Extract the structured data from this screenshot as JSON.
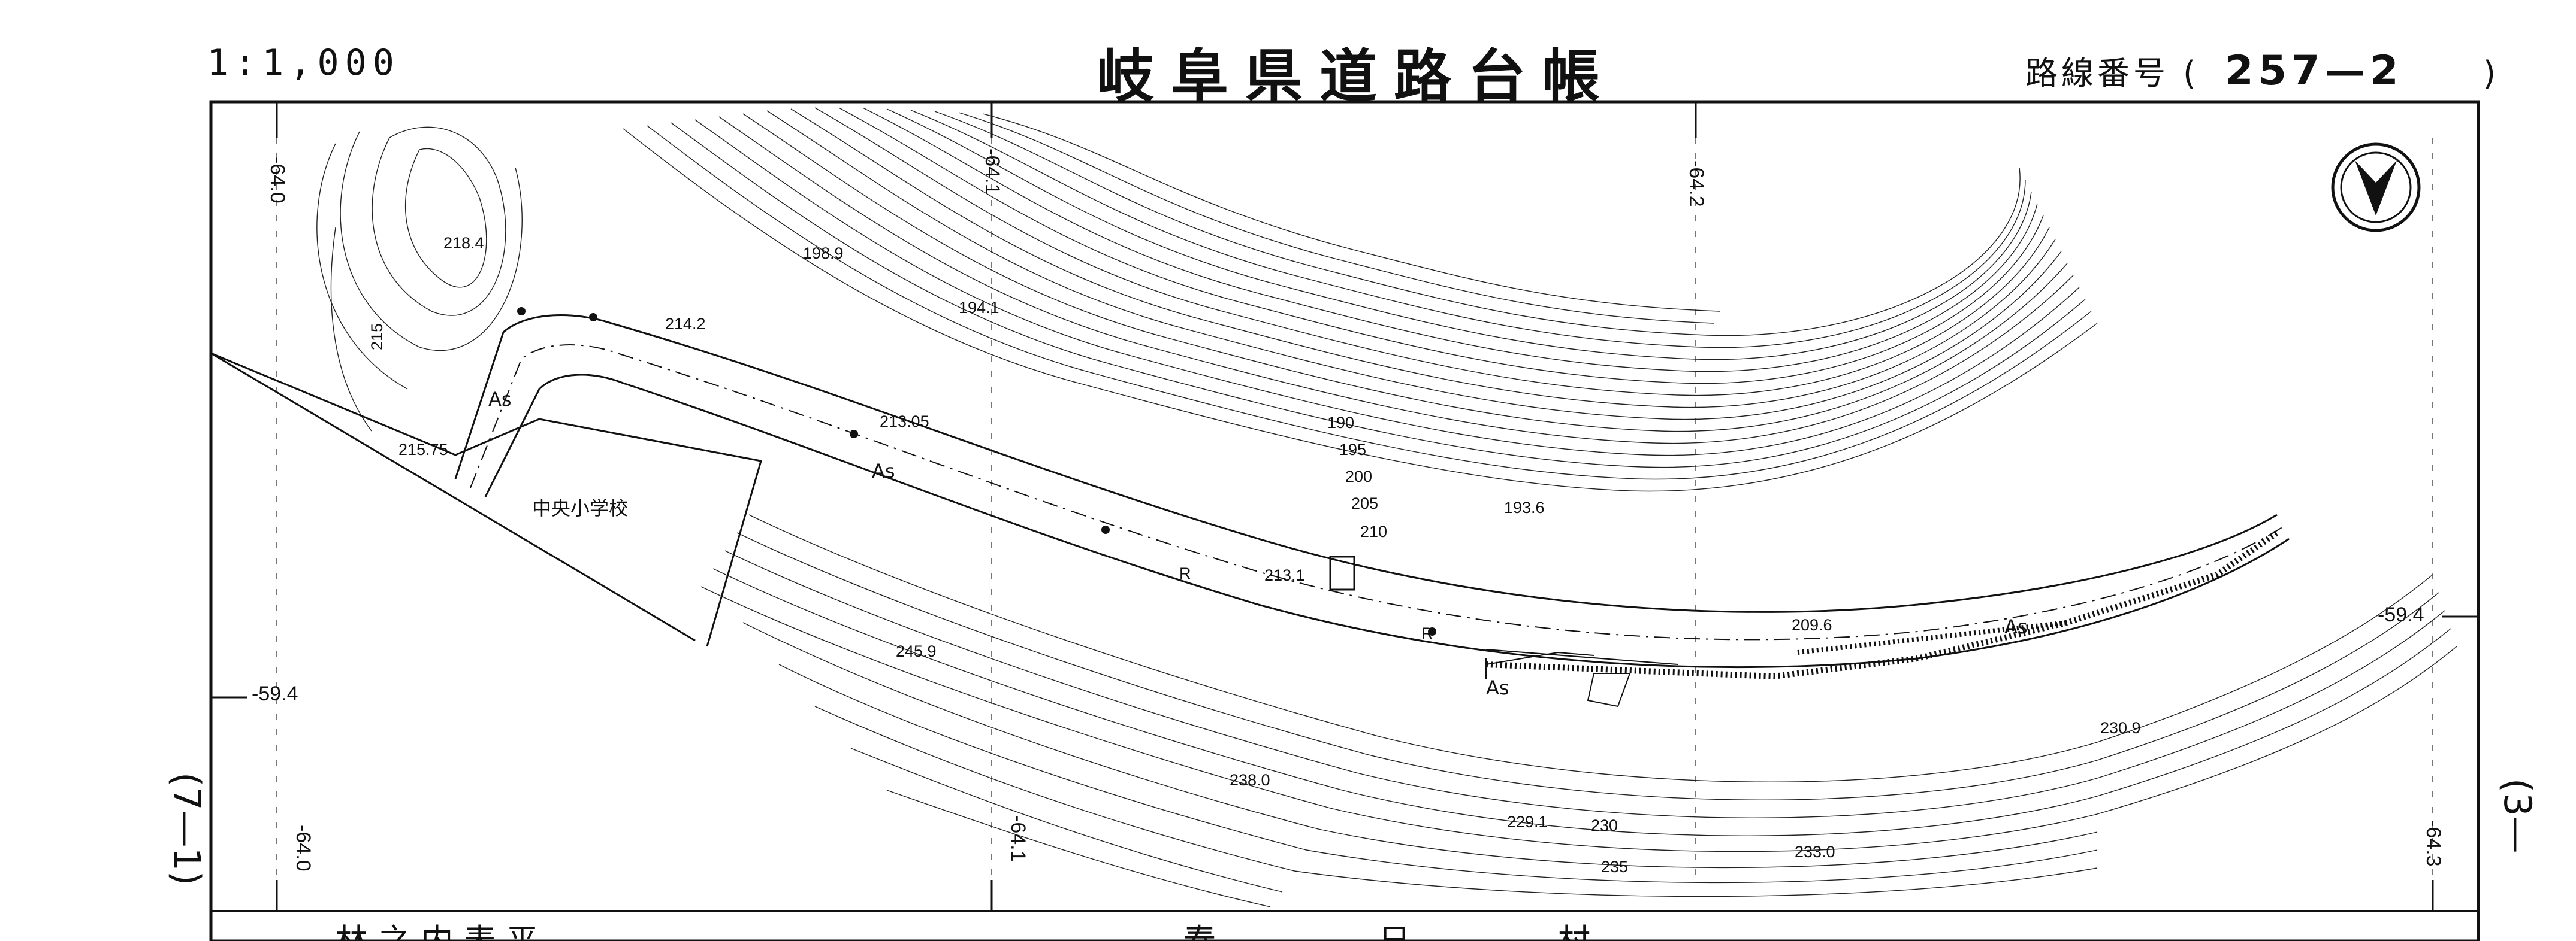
{
  "header": {
    "scale": "1:1,000",
    "title": "岐阜県道路台帳",
    "route_label": "路線番号",
    "route_open": "(",
    "route_number": "257—2",
    "route_close": ")"
  },
  "grid_labels": {
    "top_1": "-64.0",
    "top_2": "-64.1",
    "top_3": "-64.2",
    "bottom_1": "-64.0",
    "bottom_2": "-64.1",
    "bottom_3": "-64.3",
    "left_1": "-59.4",
    "right_1": "-59.4"
  },
  "elevations": {
    "e218_4": "218.4",
    "e198_9": "198.9",
    "e194_1": "194.1",
    "e214_2": "214.2",
    "e213_05": "213.05",
    "e215_75": "215.75",
    "e193_6": "193.6",
    "e213_1": "213.1",
    "e209_6": "209.6",
    "e245_9": "245.9",
    "e238_0": "238.0",
    "e229_1": "229.1",
    "e233_0": "233.0",
    "e230_9": "230.9"
  },
  "contour_labels": {
    "c190": "190",
    "c195": "195",
    "c200": "200",
    "c205": "205",
    "c210": "210",
    "c215": "215",
    "c230": "230",
    "c235": "235"
  },
  "road_labels": {
    "as_1": "As",
    "as_2": "As",
    "as_3": "As",
    "as_4": "As",
    "r_1": "R",
    "r_2": "R"
  },
  "places": {
    "school": "中央小学校"
  },
  "sheet_ids": {
    "left": "(7—1)",
    "right": "(3—"
  },
  "bottom_strip": {
    "left": "林 之 内 表 平",
    "mid": "春",
    "mid2": "日",
    "right": "村"
  },
  "colors": {
    "ink": "#111111",
    "paper": "#ffffff"
  }
}
